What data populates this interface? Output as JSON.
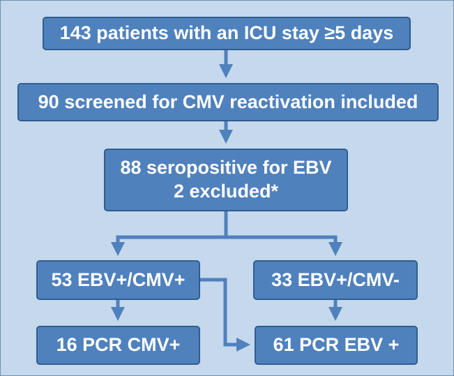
{
  "colors": {
    "background": "#c5d8ec",
    "box_fill": "#4f81bd",
    "box_border": "#2f5d8f",
    "box_text": "#ffffff",
    "arrow": "#4f81bd"
  },
  "nodes": {
    "patients": "143 patients with an ICU stay ≥5 days",
    "screened": "90 screened for CMV reactivation included",
    "seropositive_line1": "88 seropositive for EBV",
    "seropositive_line2": "2 excluded*",
    "ebv_cmv_pos": "53 EBV+/CMV+",
    "ebv_cmv_neg": "33 EBV+/CMV-",
    "pcr_cmv": "16 PCR CMV+",
    "pcr_ebv": "61 PCR EBV +"
  }
}
